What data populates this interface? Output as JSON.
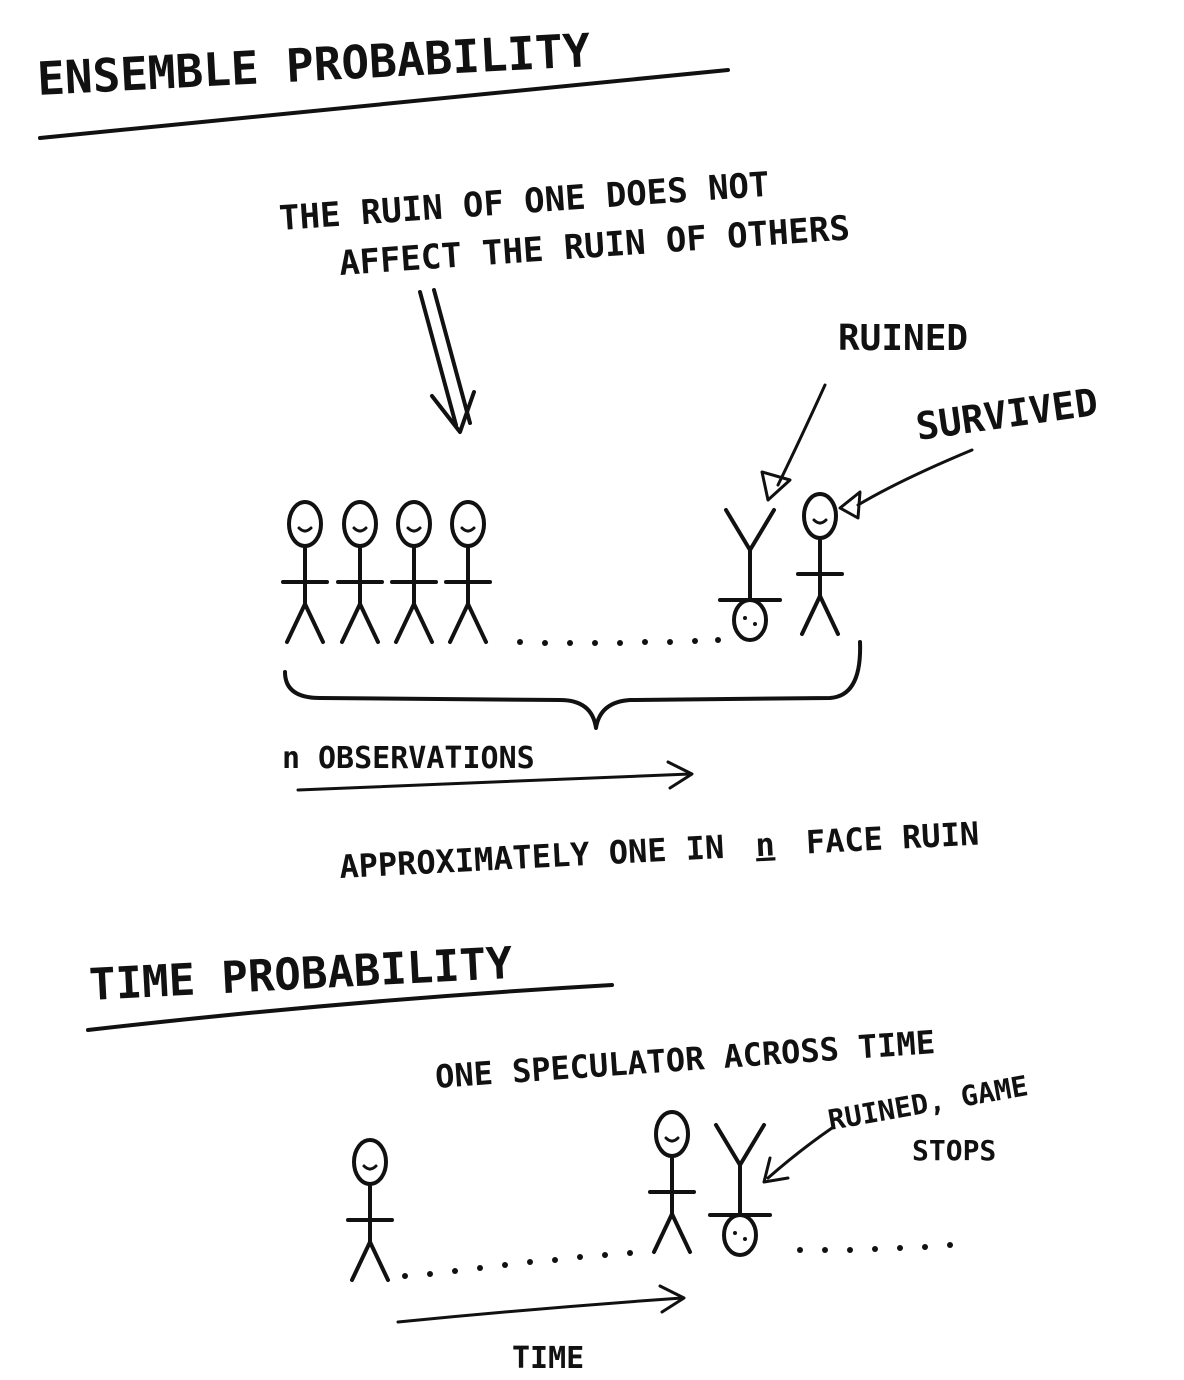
{
  "ensemble": {
    "heading": "ENSEMBLE PROBABILITY",
    "note_line1": "THE RUIN OF ONE DOES NOT",
    "note_line2": "AFFECT THE RUIN OF OTHERS",
    "label_ruined": "RUINED",
    "label_survived": "SURVIVED",
    "label_observations_n": "n",
    "label_observations": "OBSERVATIONS",
    "conclusion_pre": "APPROXIMATELY ONE IN",
    "conclusion_n": "n",
    "conclusion_post": "FACE RUIN"
  },
  "time": {
    "heading": "TIME PROBABILITY",
    "note": "ONE SPECULATOR ACROSS TIME",
    "label_ruined_line1": "RUINED, GAME",
    "label_ruined_line2": "STOPS",
    "axis_label": "TIME"
  },
  "colors": {
    "ink": "#111111",
    "paper": "#ffffff"
  }
}
